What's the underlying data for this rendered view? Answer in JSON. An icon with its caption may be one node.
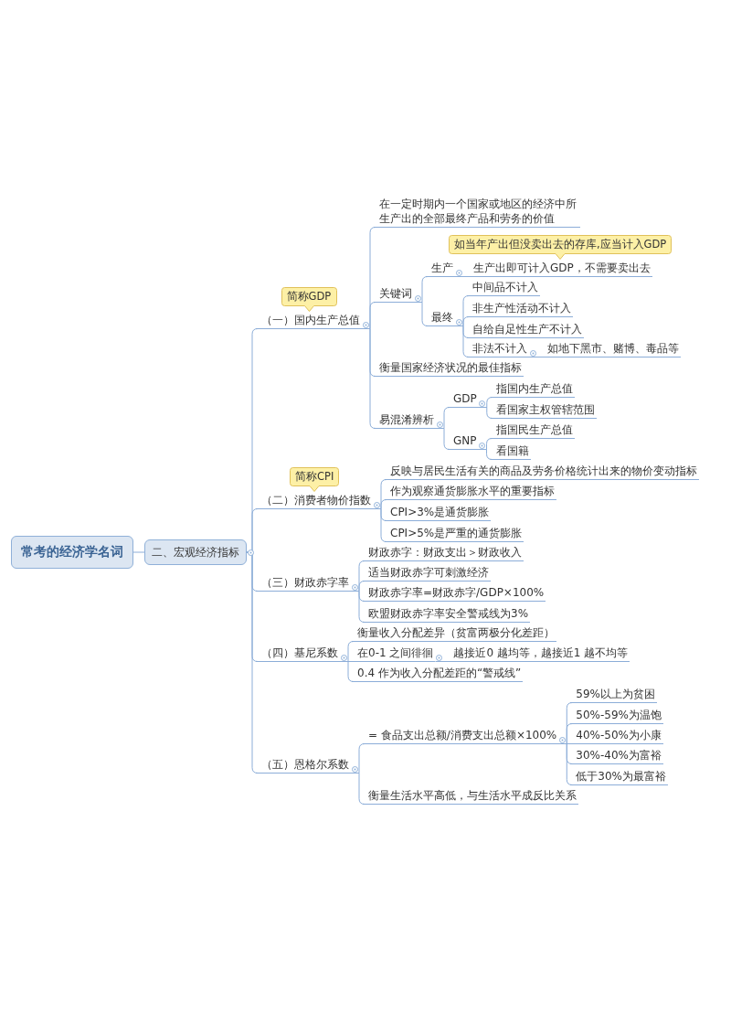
{
  "diagram": {
    "nodes": [
      {
        "text": [
          "常考的经济学名词"
        ]
      },
      {
        "text": [
          "二、宏观经济指标"
        ]
      },
      {
        "text": [
          "（一）国内生产总值"
        ],
        "beside": [
          "简称GDP"
        ]
      },
      {
        "text": [
          "在一定时期内一个国家或地区的经济中所生产出的全部最终产品和劳务的价值"
        ]
      },
      {
        "text": [
          "关键词"
        ]
      },
      {
        "text": [
          "生产"
        ]
      },
      {
        "text": [
          "生产出即可计入GDP，不需要卖出去"
        ],
        "beside": [
          "如当年产出但没卖出去的存库,应当计入GDP"
        ]
      },
      {
        "text": [
          "最终"
        ]
      },
      {
        "text": [
          "中间品不计入"
        ]
      },
      {
        "text": [
          "非生产性活动不计入"
        ]
      },
      {
        "text": [
          "自给自足性生产不计入"
        ]
      },
      {
        "text": [
          "非法不计入"
        ]
      },
      {
        "text": [
          "如地下黑市、赌博、毒品等"
        ]
      },
      {
        "text": [
          "衡量国家经济状况的最佳指标"
        ]
      },
      {
        "text": [
          "易混淆辨析"
        ]
      },
      {
        "text": [
          "GDP"
        ]
      },
      {
        "text": [
          "指国内生产总值"
        ]
      },
      {
        "text": [
          "看国家主权管辖范围"
        ]
      },
      {
        "text": [
          "GNP"
        ]
      },
      {
        "text": [
          "指国民生产总值"
        ]
      },
      {
        "text": [
          "看国籍"
        ]
      },
      {
        "text": [
          "（二）消费者物价指数"
        ],
        "beside": [
          "简称CPI"
        ]
      },
      {
        "text": [
          "反映与居民生活有关的商品及劳务价格统计出来的物价变动指标"
        ]
      },
      {
        "text": [
          "作为观察通货膨胀水平的重要指标"
        ]
      },
      {
        "text": [
          "CPI>3%是通货膨胀"
        ]
      },
      {
        "text": [
          "CPI>5%是严重的通货膨胀"
        ]
      },
      {
        "text": [
          "（三）财政赤字率"
        ]
      },
      {
        "text": [
          "财政赤字：财政支出＞财政收入"
        ]
      },
      {
        "text": [
          "适当财政赤字可刺激经济"
        ]
      },
      {
        "text": [
          "财政赤字率=财政赤字/GDP×100%"
        ]
      },
      {
        "text": [
          "欧盟财政赤字率安全警戒线为3%"
        ]
      },
      {
        "text": [
          "（四）基尼系数"
        ]
      },
      {
        "text": [
          "衡量收入分配差异（贫富两极分化差距）"
        ]
      },
      {
        "text": [
          "在0-1 之间徘徊"
        ]
      },
      {
        "text": [
          "越接近0 越均等，越接近1 越不均等"
        ]
      },
      {
        "text": [
          "0.4 作为收入分配差距的“警戒线”"
        ]
      },
      {
        "text": [
          "（五）恩格尔系数"
        ]
      },
      {
        "text": [
          "= 食品支出总额/消费支出总额×100%"
        ]
      },
      {
        "text": [
          "59%以上为贫困"
        ]
      },
      {
        "text": [
          "50%-59%为温饱"
        ]
      },
      {
        "text": [
          "40%-50%为小康"
        ]
      },
      {
        "text": [
          "30%-40%为富裕"
        ]
      },
      {
        "text": [
          "低于30%为最富裕"
        ]
      },
      {
        "text": [
          "衡量生活水平高低，与生活水平成反比关系"
        ]
      }
    ],
    "edges": [
      {
        "from": 0,
        "to": 1,
        "arrow": "none"
      },
      {
        "from": 1,
        "to": 2,
        "arrow": "none"
      },
      {
        "from": 2,
        "to": 3,
        "arrow": "none"
      },
      {
        "from": 2,
        "to": 4,
        "arrow": "none"
      },
      {
        "from": 4,
        "to": 5,
        "arrow": "none"
      },
      {
        "from": 5,
        "to": 6,
        "arrow": "none"
      },
      {
        "from": 4,
        "to": 7,
        "arrow": "none"
      },
      {
        "from": 7,
        "to": 8,
        "arrow": "none"
      },
      {
        "from": 7,
        "to": 9,
        "arrow": "none"
      },
      {
        "from": 7,
        "to": 10,
        "arrow": "none"
      },
      {
        "from": 7,
        "to": 11,
        "arrow": "none"
      },
      {
        "from": 11,
        "to": 12,
        "arrow": "none"
      },
      {
        "from": 2,
        "to": 13,
        "arrow": "none"
      },
      {
        "from": 2,
        "to": 14,
        "arrow": "none"
      },
      {
        "from": 14,
        "to": 15,
        "arrow": "none"
      },
      {
        "from": 15,
        "to": 16,
        "arrow": "none"
      },
      {
        "from": 15,
        "to": 17,
        "arrow": "none"
      },
      {
        "from": 14,
        "to": 18,
        "arrow": "none"
      },
      {
        "from": 18,
        "to": 19,
        "arrow": "none"
      },
      {
        "from": 18,
        "to": 20,
        "arrow": "none"
      },
      {
        "from": 1,
        "to": 21,
        "arrow": "none"
      },
      {
        "from": 21,
        "to": 22,
        "arrow": "none"
      },
      {
        "from": 21,
        "to": 23,
        "arrow": "none"
      },
      {
        "from": 21,
        "to": 24,
        "arrow": "none"
      },
      {
        "from": 21,
        "to": 25,
        "arrow": "none"
      },
      {
        "from": 1,
        "to": 26,
        "arrow": "none"
      },
      {
        "from": 26,
        "to": 27,
        "arrow": "none"
      },
      {
        "from": 26,
        "to": 28,
        "arrow": "none"
      },
      {
        "from": 26,
        "to": 29,
        "arrow": "none"
      },
      {
        "from": 26,
        "to": 30,
        "arrow": "none"
      },
      {
        "from": 1,
        "to": 31,
        "arrow": "none"
      },
      {
        "from": 31,
        "to": 32,
        "arrow": "none"
      },
      {
        "from": 31,
        "to": 33,
        "arrow": "none"
      },
      {
        "from": 33,
        "to": 34,
        "arrow": "none"
      },
      {
        "from": 31,
        "to": 35,
        "arrow": "none"
      },
      {
        "from": 1,
        "to": 36,
        "arrow": "none"
      },
      {
        "from": 36,
        "to": 37,
        "arrow": "none"
      },
      {
        "from": 37,
        "to": 38,
        "arrow": "none"
      },
      {
        "from": 37,
        "to": 39,
        "arrow": "none"
      },
      {
        "from": 37,
        "to": 40,
        "arrow": "none"
      },
      {
        "from": 37,
        "to": 41,
        "arrow": "none"
      },
      {
        "from": 37,
        "to": 42,
        "arrow": "none"
      },
      {
        "from": 36,
        "to": 43,
        "arrow": "none"
      }
    ]
  }
}
